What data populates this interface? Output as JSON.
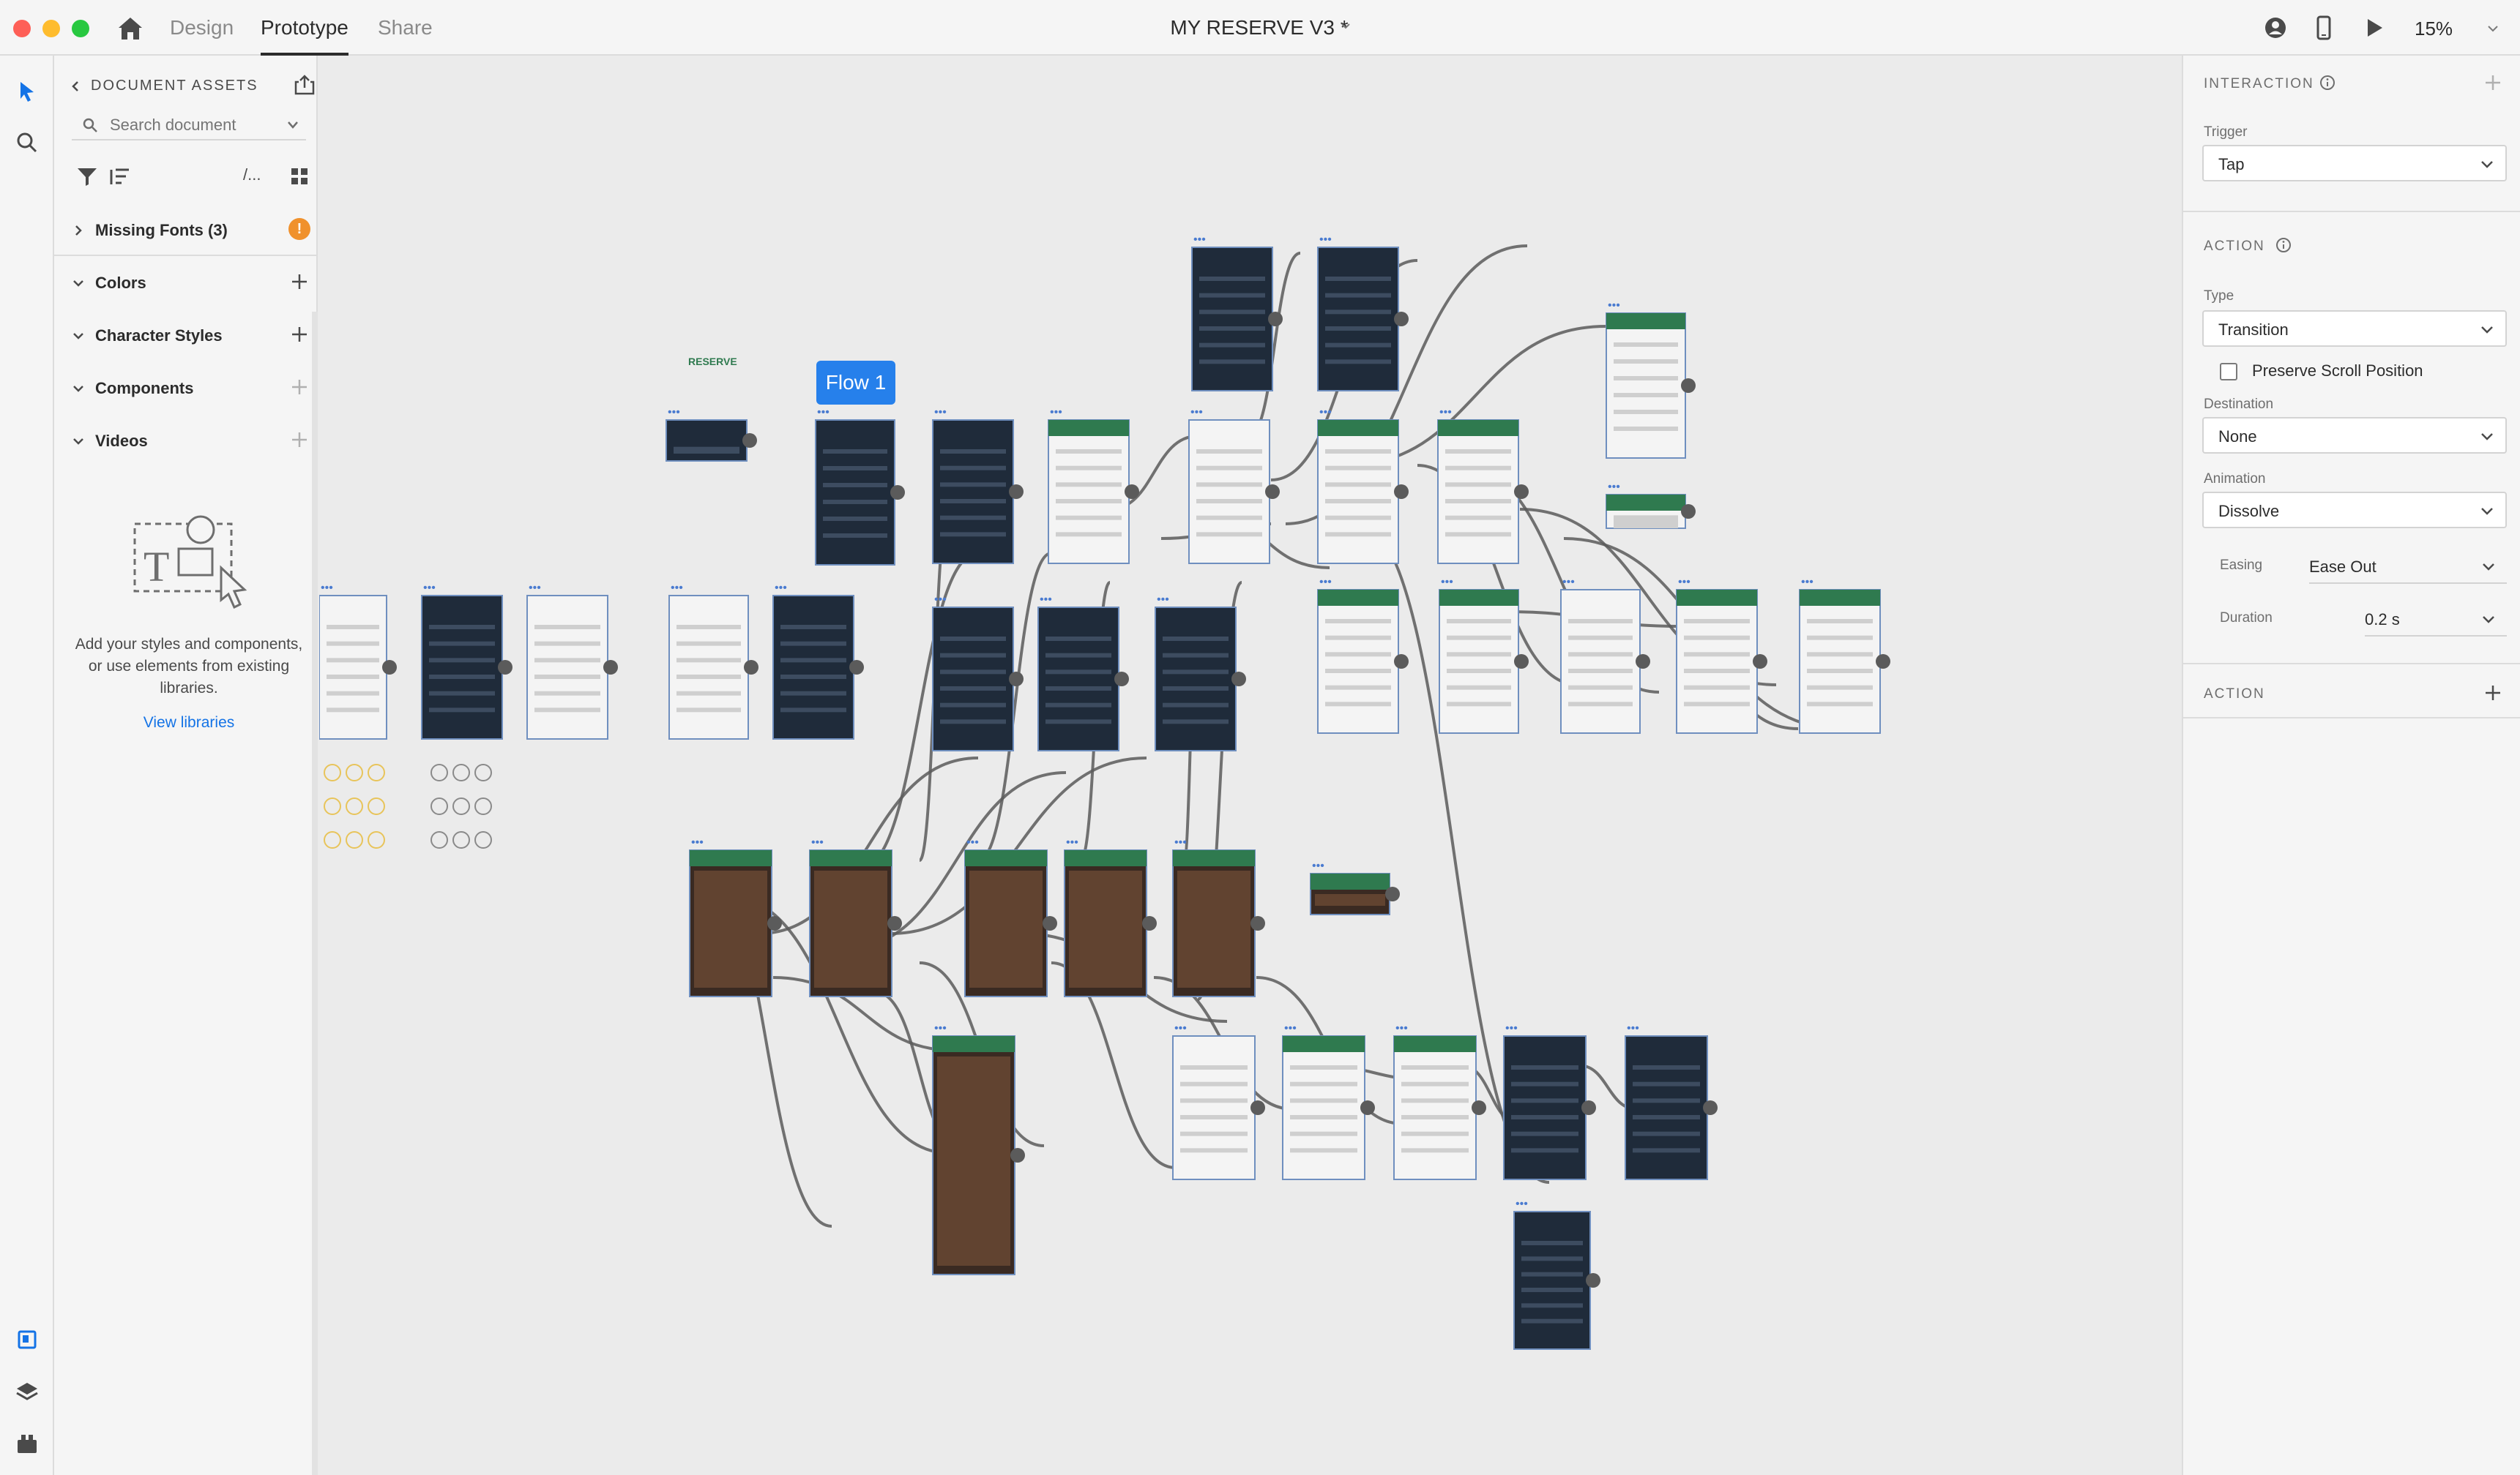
{
  "app": {
    "document_title": "MY RESERVE V3 *",
    "modes": [
      {
        "label": "Design"
      },
      {
        "label": "Prototype"
      },
      {
        "label": "Share"
      }
    ],
    "zoom": "15%"
  },
  "assets_panel": {
    "header": "DOCUMENT ASSETS",
    "search_placeholder": "Search document",
    "filter_label": "/...",
    "sections": [
      {
        "label": "Missing Fonts (3)",
        "expanded": false,
        "badge": "!"
      },
      {
        "label": "Colors",
        "expanded": true
      },
      {
        "label": "Character Styles",
        "expanded": true
      },
      {
        "label": "Components",
        "expanded": true
      },
      {
        "label": "Videos",
        "expanded": true
      }
    ],
    "empty_message": "Add your styles and components, or use elements from existing libraries.",
    "view_libraries_label": "View libraries"
  },
  "canvas": {
    "flow_label": "Flow 1",
    "logo_text": "RESERVE"
  },
  "inspector": {
    "interaction_header": "INTERACTION",
    "trigger_label": "Trigger",
    "trigger_value": "Tap",
    "action_header": "ACTION",
    "type_label": "Type",
    "type_value": "Transition",
    "preserve_scroll_label": "Preserve Scroll Position",
    "preserve_scroll_checked": false,
    "destination_label": "Destination",
    "destination_value": "None",
    "animation_label": "Animation",
    "animation_value": "Dissolve",
    "easing_label": "Easing",
    "easing_value": "Ease Out",
    "duration_label": "Duration",
    "duration_value": "0.2 s",
    "action2_header": "ACTION"
  },
  "colors": {
    "accent": "#2680eb",
    "warning": "#f0912c",
    "artboard_dark": "#1f2b3a",
    "artboard_green": "#2f7a4f",
    "wire": "#5b5b5b"
  }
}
